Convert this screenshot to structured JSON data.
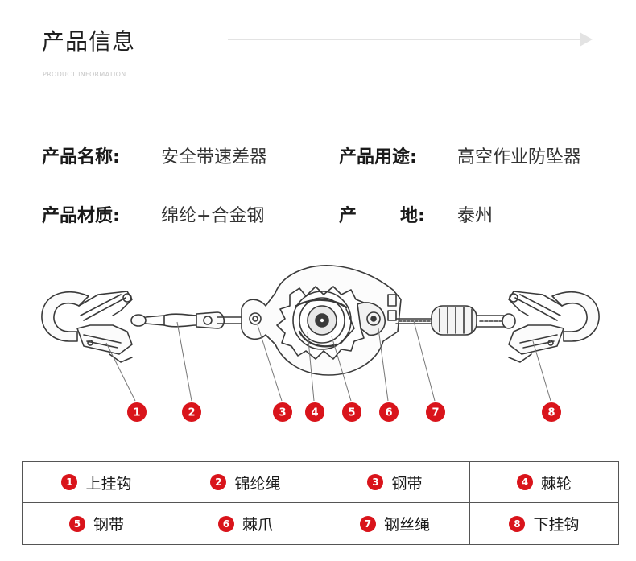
{
  "header": {
    "title": "产品信息",
    "subtitle": "PRODUCT INFORMATION"
  },
  "specs": {
    "name_label": "产品名称:",
    "name_value": "安全带速差器",
    "use_label": "产品用途:",
    "use_value": "高空作业防坠器",
    "material_label": "产品材质:",
    "material_value": "绵纶+合金钢",
    "origin_label_1": "产",
    "origin_label_2": "地:",
    "origin_value": "泰州"
  },
  "callouts": [
    "1",
    "2",
    "3",
    "4",
    "5",
    "6",
    "7",
    "8"
  ],
  "parts": [
    {
      "number": "1",
      "name": "上挂钩"
    },
    {
      "number": "2",
      "name": "锦纶绳"
    },
    {
      "number": "3",
      "name": "钢带"
    },
    {
      "number": "4",
      "name": "棘轮"
    },
    {
      "number": "5",
      "name": "钢带"
    },
    {
      "number": "6",
      "name": "棘爪"
    },
    {
      "number": "7",
      "name": "钢丝绳"
    },
    {
      "number": "8",
      "name": "下挂钩"
    }
  ],
  "colors": {
    "accent_red": "#d9141b",
    "line_gray": "#e3e3e3",
    "drawing": "#3a3a3a"
  }
}
